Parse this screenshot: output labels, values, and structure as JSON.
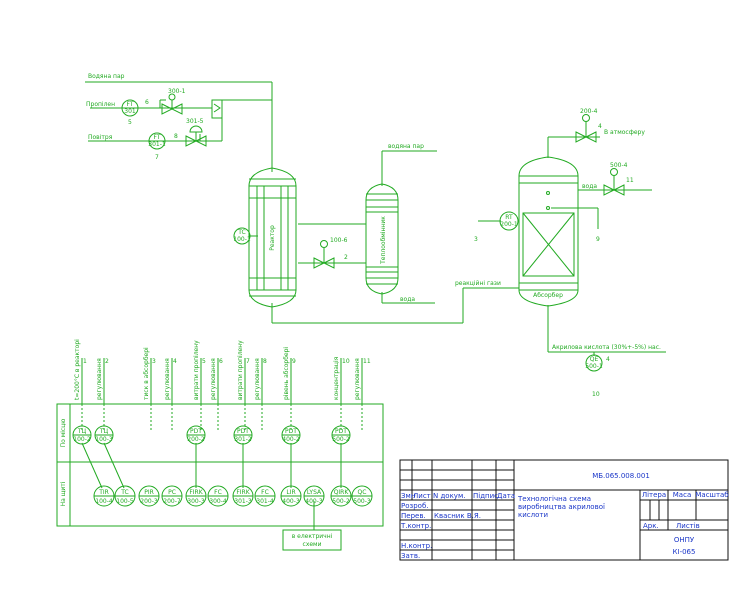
{
  "colors": {
    "process": "#22aa22",
    "frame": "#111111",
    "titleText": "#1a36c8",
    "background": "#ffffff"
  },
  "flows": {
    "steam1": "Водяна пар",
    "propylene": "Пропілен",
    "air": "Повітря",
    "steam2": "водяна пар",
    "vent": "В атмосферу",
    "water1": "вода",
    "water2": "вода",
    "reactionGases": "реакційні гази",
    "acid": "Акрилова кислота (30%+-5%) нас."
  },
  "equipment": {
    "reactor": "Реактор",
    "exchanger": "Теплообмінник",
    "absorber": "Абсорбер"
  },
  "instruments": {
    "ft1": {
      "l1": "FT",
      "l2": "301"
    },
    "ft2": {
      "l1": "FT",
      "l2": "301-1"
    },
    "v300_1": "300-1",
    "v301_5": "301-5",
    "tc": {
      "l1": "TC",
      "l2": "100-1"
    },
    "v100_6": "100-6",
    "rt": {
      "l1": "RT",
      "l2": "200-1"
    },
    "v200_4": "200-4",
    "v500_4": "500-4",
    "qe": {
      "l1": "QE",
      "l2": "500-1"
    }
  },
  "loopNumbers": {
    "n5": "5",
    "n6": "6",
    "n7": "7",
    "n8": "8",
    "n2": "2",
    "n3": "3",
    "n9": "9",
    "n4": "4",
    "n11": "11",
    "n10": "10"
  },
  "columns": [
    {
      "n": "1",
      "label": "t=200°C в реакторі"
    },
    {
      "n": "2",
      "label": "регулювання"
    },
    {
      "n": "3",
      "label": "тиск в абсорбері"
    },
    {
      "n": "4",
      "label": "регулювання"
    },
    {
      "n": "5",
      "label": "витрати пропілену"
    },
    {
      "n": "6",
      "label": "регулювання"
    },
    {
      "n": "7",
      "label": "витрати пропілену"
    },
    {
      "n": "8",
      "label": "регулювання"
    },
    {
      "n": "9",
      "label": "рівень абсорбері"
    },
    {
      "n": "10",
      "label": "концентрація"
    },
    {
      "n": "11",
      "label": "регулювання"
    }
  ],
  "sideLabels": {
    "field": "По місцю",
    "panel": "На щиті"
  },
  "fieldDevices": [
    {
      "l1": "TЦ",
      "l2": "100-2"
    },
    {
      "l1": "TЦ",
      "l2": "100-3"
    },
    {
      "l1": "PDT",
      "l2": "200-2"
    },
    {
      "l1": "PDT",
      "l2": "301-2"
    },
    {
      "l1": "PDT",
      "l2": "400-2"
    },
    {
      "l1": "PDT",
      "l2": "500-2"
    }
  ],
  "panelDevices": [
    {
      "l1": "TIR",
      "l2": "100-4"
    },
    {
      "l1": "TC",
      "l2": "100-5"
    },
    {
      "l1": "PIR",
      "l2": "200-3"
    },
    {
      "l1": "PC",
      "l2": "200-7"
    },
    {
      "l1": "FIRK",
      "l2": "300-3"
    },
    {
      "l1": "FC",
      "l2": "300-4"
    },
    {
      "l1": "FIRK",
      "l2": "301-3"
    },
    {
      "l1": "FC",
      "l2": "301-4"
    },
    {
      "l1": "LIR",
      "l2": "400-3"
    },
    {
      "l1": "LYSA",
      "l2": "400-3"
    },
    {
      "l1": "QIRK",
      "l2": "500-2"
    },
    {
      "l1": "QC",
      "l2": "500-3"
    }
  ],
  "electricCircuit": {
    "l1": "в електричні",
    "l2": "схеми"
  },
  "titleBlock": {
    "code": "МБ.065.008.001",
    "title1": "Технологічна схема",
    "title2": "виробництва акрилової",
    "title3": "кислоти",
    "h1": "Змн",
    "h2": "Лист",
    "h3": "N докум.",
    "h4": "Підпис",
    "h5": "Дата",
    "razrob": "Розроб.",
    "perev": "Перев.",
    "perevName": "Квасник В.Я.",
    "tkontr": "Т.контр.",
    "nkontr": "Н.контр.",
    "zatv": "Затв.",
    "litera": "Літера",
    "masa": "Маса",
    "masshtab": "Масштаб",
    "arkush": "Арк.",
    "arkushiv": "Листів",
    "org1": "ОНПУ",
    "org2": "КІ-065"
  }
}
